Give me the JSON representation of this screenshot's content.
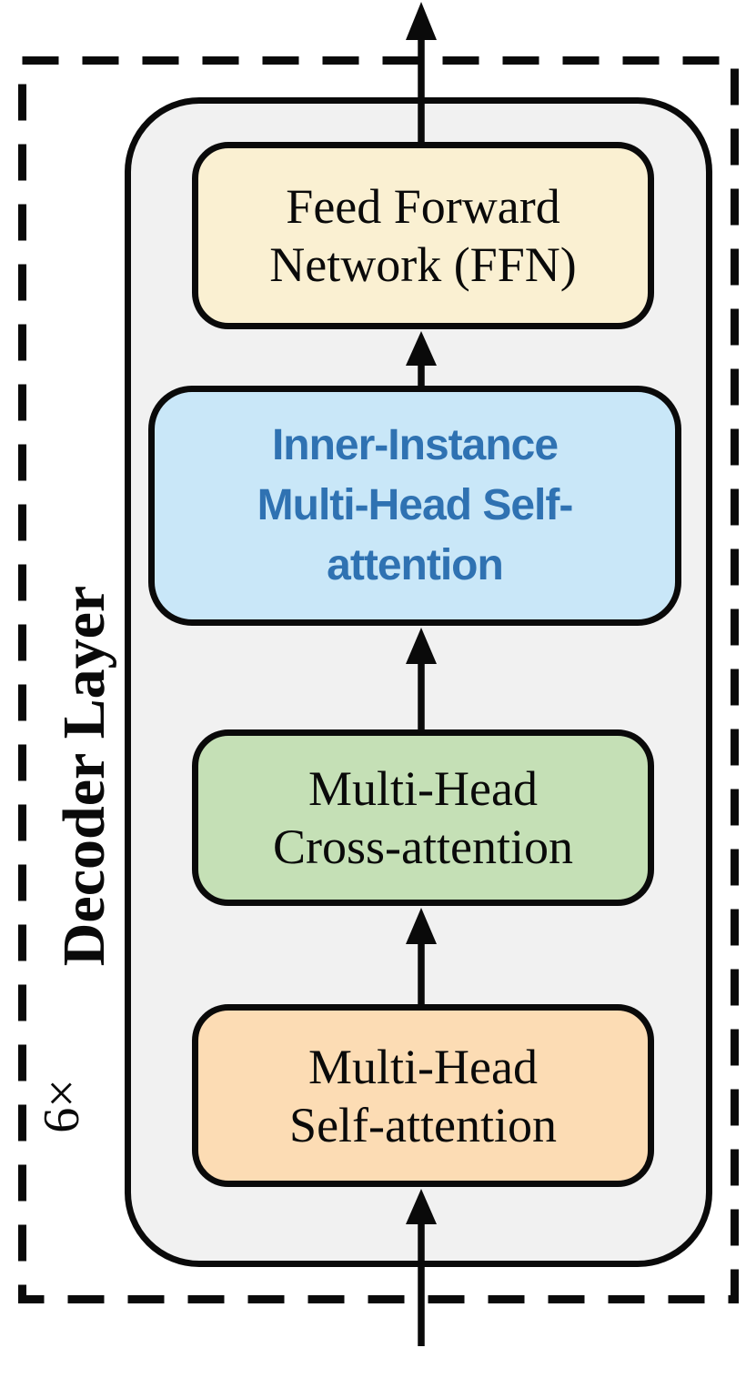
{
  "diagram": {
    "side_label": "Decoder Layer",
    "repeat_label": "6×",
    "blocks": [
      {
        "name": "feed-forward-network",
        "label": "Feed Forward Network (FFN)",
        "lines": [
          "Feed Forward",
          "Network (FFN)"
        ],
        "fill": "#FAF0D2",
        "text_color": "#0A0A0A"
      },
      {
        "name": "inner-instance-multi-head-self-attention",
        "label": "Inner-Instance Multi-Head Self-attention",
        "lines": [
          "Inner-Instance",
          "Multi-Head Self-",
          "attention"
        ],
        "fill": "#C9E7F8",
        "text_color": "#2F72B2"
      },
      {
        "name": "multi-head-cross-attention",
        "label": "Multi-Head Cross-attention",
        "lines": [
          "Multi-Head",
          "Cross-attention"
        ],
        "fill": "#C5E0B6",
        "text_color": "#0A0A0A"
      },
      {
        "name": "multi-head-self-attention",
        "label": "Multi-Head Self-attention",
        "lines": [
          "Multi-Head",
          "Self-attention"
        ],
        "fill": "#FCDCB4",
        "text_color": "#0A0A0A"
      }
    ],
    "colors": {
      "outline": "#0A0A0A",
      "container_fill": "#F1F1F1",
      "background": "#FFFFFF",
      "accent_text": "#2F72B2"
    },
    "flow": "bottom-to-top"
  }
}
